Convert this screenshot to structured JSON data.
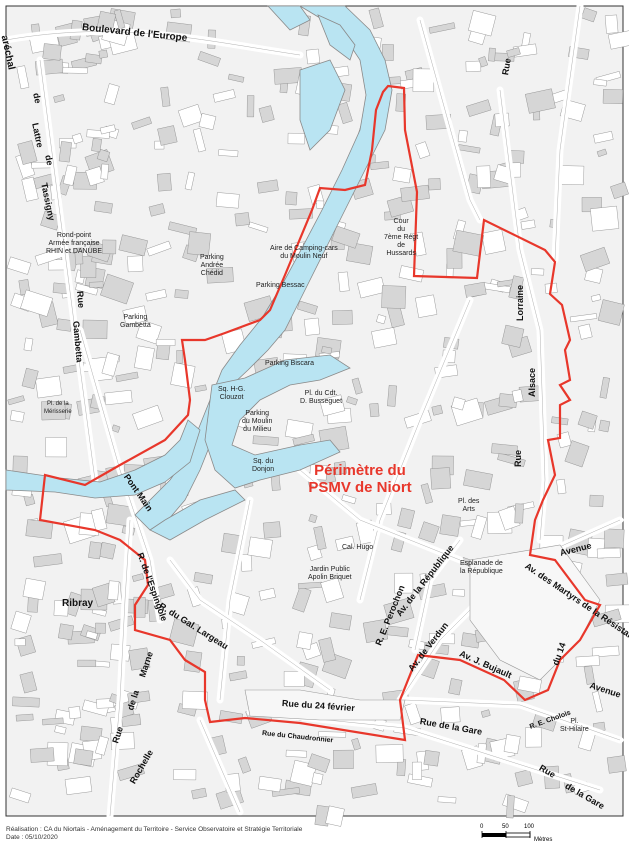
{
  "map": {
    "title_line1": "Périmètre du",
    "title_line2": "PSMV de Niort",
    "colors": {
      "perimeter": "#e8372b",
      "water": "#b9e4f2",
      "block": "#d9d9d9",
      "road": "#ffffff",
      "outline": "#8a8a8a"
    },
    "streets": {
      "boulevard_europe": "Boulevard de l'Europe",
      "marechal": "aréchal",
      "de_lattre_1": "de",
      "de_lattre_2": "Lattre",
      "de_lattre_3": "de",
      "de_lattre_4": "Tassigny",
      "gambetta_1": "Rue",
      "gambetta_2": "Gambetta",
      "pont_main": "Pont Main",
      "r_espingole": "R. de l'Espingole",
      "r_largeau": "R. du Gal. Largeau",
      "rue_24_fevrier": "Rue du 24 février",
      "rue_chaudronnier": "Rue du Chaudronnier",
      "rue_maine_1": "Rue",
      "rue_maine_2": "de la",
      "rue_maine_3": "Marne",
      "rochelle": "Rochelle",
      "ribray": "Ribray",
      "rue_gare_1": "Rue de la Gare",
      "rue_gare_2": "Rue",
      "rue_gare_3": "de la Gare",
      "r_perochon": "R. E. Perochon",
      "av_verdun": "Av. de Verdun",
      "av_republique": "Av. de la République",
      "av_bujault": "Av. J. Bujault",
      "av_martyrs": "Av. des Martyrs de la Résistance",
      "avenue_1": "Avenue",
      "avenue_2": "Avenue",
      "du_14": "du 14",
      "rue_alsace_1": "Rue",
      "rue_alsace_2": "Alsace",
      "rue_lorraine": "Lorraine",
      "rue_ne": "Rue",
      "r_cholois": "R. E. Cholois"
    },
    "places": {
      "rond_point": "Rond-point\nArmée française\nRHIN et DANUBE",
      "parking_gambetta": "Parking\nGambetta",
      "parking_andree": "Parking\nAndrée\nChédid",
      "aire_camping": "Aire de Camping-cars\ndu Moulin Neuf",
      "parking_bessac": "Parking Bessac",
      "cour_hussards": "Cour\ndu\n7ème Régt\nde\nHussards",
      "parking_biscara": "Parking Biscara",
      "sq_clouzot": "Sq. H-G.\nClouzot",
      "pl_busseguet": "Pl. du Cdt.\nD. Busseguet",
      "parking_moulin": "Parking\ndu Moulin\ndu Milieu",
      "pl_merisserie": "Pl. de la\nMérisserie",
      "sq_donjon": "Sq. du\nDonjon",
      "pl_arts": "Pl. des\nArts",
      "cal_hugo": "Cal. Hugo",
      "jardin_public": "Jardin Public\nApolin Briquet",
      "esplanade": "Esplanade de\nla République",
      "pl_st_hilaire": "Pl.\nSt-Hilaire"
    },
    "footer": {
      "line1": "Réalisation : CA du Niortais - Aménagement du Territoire - Service Observatoire et Stratégie Territoriale",
      "line2": "Date : 05/10/2020"
    },
    "scale": {
      "ticks": [
        "0",
        "50",
        "100"
      ],
      "unit": "Mètres"
    }
  }
}
